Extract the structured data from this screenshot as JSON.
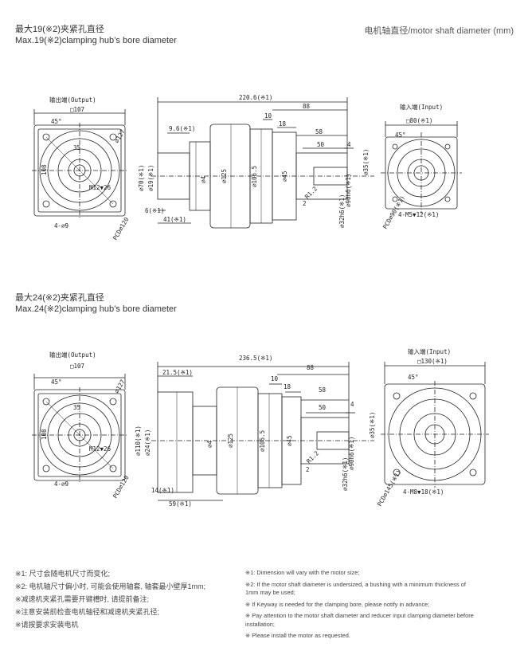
{
  "header": {
    "title_cn": "最大19(※2)夹紧孔直径",
    "title_en": "Max.19(※2)clamping hub’s bore diameter",
    "unit_label": "电机轴直径/motor shaft diameter (mm)"
  },
  "drawing1": {
    "output_label": "输出端(Output)",
    "output_square": "□107",
    "input_label": "输入端(Input)",
    "input_square": "□80(※1)",
    "angle_left": "45°",
    "angle_right": "45°",
    "dim_overall": "220.6(※1)",
    "dim_88": "88",
    "dim_9_6": "9.6(※1)",
    "dim_10": "10",
    "dim_18": "18",
    "dim_58": "58",
    "dim_50": "50",
    "dim_4": "4",
    "dim_35": "35",
    "dim_127": "⌀127",
    "dim_108": "108",
    "thread_m12": "M12▼26",
    "hole_4_9": "4-⌀9",
    "pcd_120": "PCD⌀120",
    "dim_41": "41(※1)",
    "dim_6": "6(※1)",
    "dim_d70": "⌀70(※1)",
    "dim_d19": "⌀19(※1)",
    "dim_d4": "⌀4",
    "dim_d125": "⌀125",
    "dim_d106": "⌀106.5",
    "dim_d45": "⌀45",
    "dim_d35": "⌀35(※1)",
    "dim_d90": "⌀90h6(※1)",
    "dim_d32": "⌀32h6(※1)",
    "dim_r12": "R1.2",
    "dim_2": "2",
    "pcd_90": "PCD⌀90(※1)",
    "thread_m5": "4-M5▼12(※1)"
  },
  "section2": {
    "title_cn": "最大24(※2)夹紧孔直径",
    "title_en": "Max.24(※2)clamping hub’s bore diameter"
  },
  "drawing2": {
    "output_label": "输出端(Output)",
    "output_square": "□107",
    "input_label": "输入端(Input)",
    "input_square": "□130(※1)",
    "angle_left": "45°",
    "angle_right": "45°",
    "dim_overall": "236.5(※1)",
    "dim_88": "88",
    "dim_21_5": "21.5(※1)",
    "dim_10": "10",
    "dim_18": "18",
    "dim_58": "58",
    "dim_50": "50",
    "dim_4": "4",
    "dim_35": "35",
    "dim_127": "⌀127",
    "dim_108": "108",
    "thread_m12": "M12▼26",
    "hole_4_9": "4-⌀9",
    "pcd_120": "PCD⌀120",
    "dim_14": "14(※1)",
    "dim_59": "59(※1)",
    "dim_d110": "⌀110(※1)",
    "dim_d24": "⌀24(※1)",
    "dim_d4": "⌀4",
    "dim_d125": "⌀125",
    "dim_d106": "⌀106.5",
    "dim_d45": "⌀45",
    "dim_d35": "⌀35(※1)",
    "dim_d90": "⌀90h6(※1)",
    "dim_d32": "⌀32h6(※1)",
    "dim_r12": "R1.2",
    "dim_2": "2",
    "pcd_145": "PCD⌀145(※1)",
    "thread_m8": "4-M8▼18(※1)"
  },
  "notes": {
    "cn": [
      "※1: 尺寸会随电机尺寸而变化;",
      "※2: 电机轴尺寸偏小时, 可能会使用轴套, 轴套最小壁厚1mm;",
      "※减速机夹紧孔需要开键槽时, 请提前备注;",
      "※注意安装前检查电机轴径和减速机夹紧孔径;",
      "※请按要求安装电机"
    ],
    "en": [
      "※1: Dimension will vary with the motor size;",
      "※2: If the motor shaft diameter is undersized, a bushing with a minimum thickness of 1mm may be used;",
      "※ If Keyway is needed for the clamping bore, please notify in advance;",
      "※ Pay attention to the motor shaft diameter and reducer input clamping diameter before installation;",
      "※ Please install the motor as requested."
    ]
  }
}
